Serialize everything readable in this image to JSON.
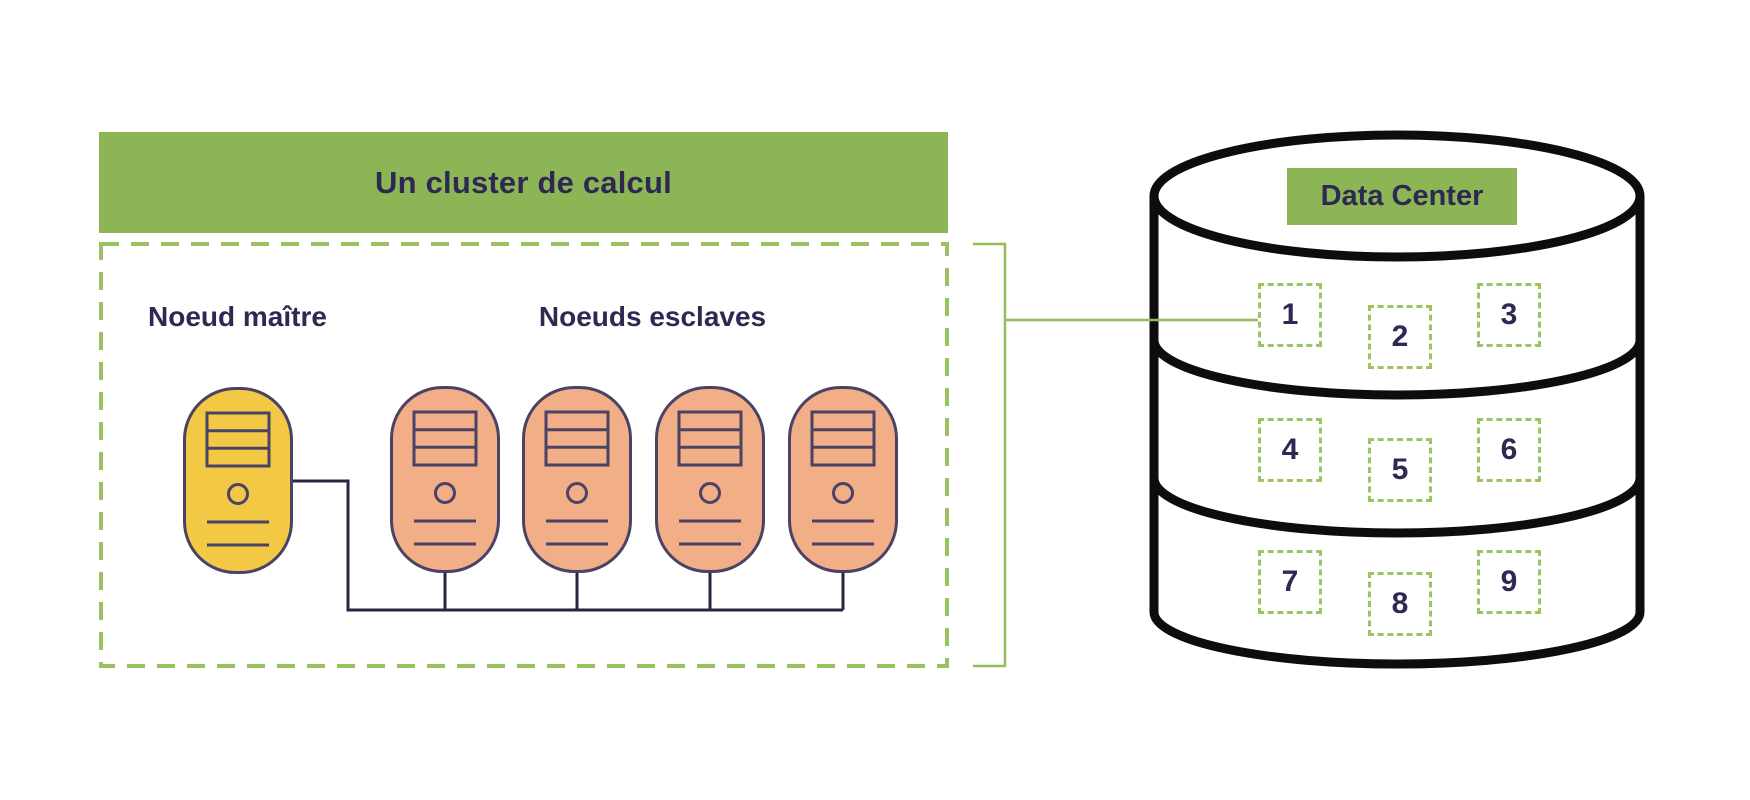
{
  "cluster": {
    "title": "Un cluster de calcul",
    "master_label": "Noeud maître",
    "slaves_label": "Noeuds esclaves",
    "master_count": 1,
    "slave_count": 4
  },
  "datacenter": {
    "label": "Data Center",
    "blocks": [
      "1",
      "2",
      "3",
      "4",
      "5",
      "6",
      "7",
      "8",
      "9"
    ],
    "shelf_count": 3
  },
  "colors": {
    "green": "#8CB555",
    "green_dash": "#98C161",
    "green_line": "#93BD55",
    "master_yellow": "#F3C845",
    "slave_salmon": "#F2AE87",
    "navy_text": "#2F2852",
    "tower_outline": "#4A4365",
    "connector_navy": "#2A2342",
    "cylinder_black": "#0D0D0D"
  }
}
